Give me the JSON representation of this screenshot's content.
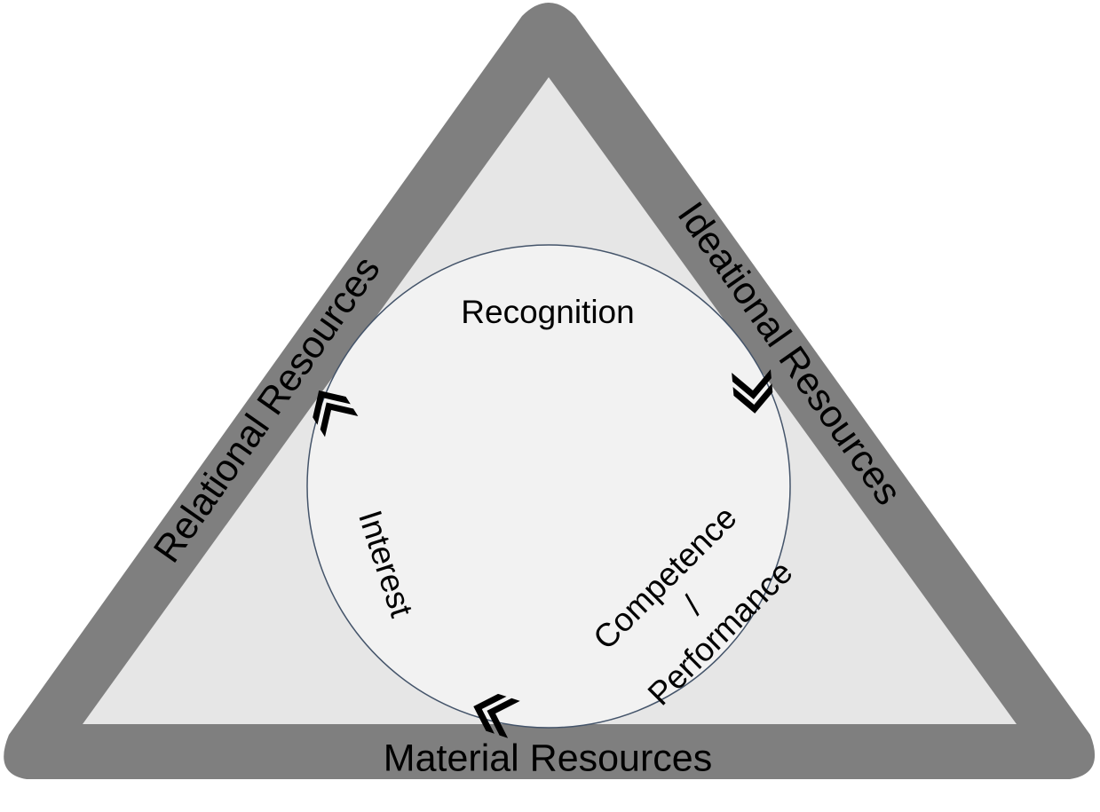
{
  "colors": {
    "frame": "#7f7f7f",
    "inner_triangle": "#e6e6e6",
    "circle_fill": "#f2f2f2",
    "circle_stroke": "#44546a",
    "chevron": "#000000"
  },
  "sides": {
    "relational": "Relational Resources",
    "ideational": "Ideational Resources",
    "material": "Material Resources"
  },
  "cycle": {
    "recognition": "Recognition",
    "interest": "Interest",
    "competence": "Competence",
    "slash": "/",
    "performance": "Performance"
  },
  "icons": {
    "chevrons": [
      "double-chevron-icon",
      "double-chevron-icon",
      "double-chevron-icon"
    ]
  }
}
